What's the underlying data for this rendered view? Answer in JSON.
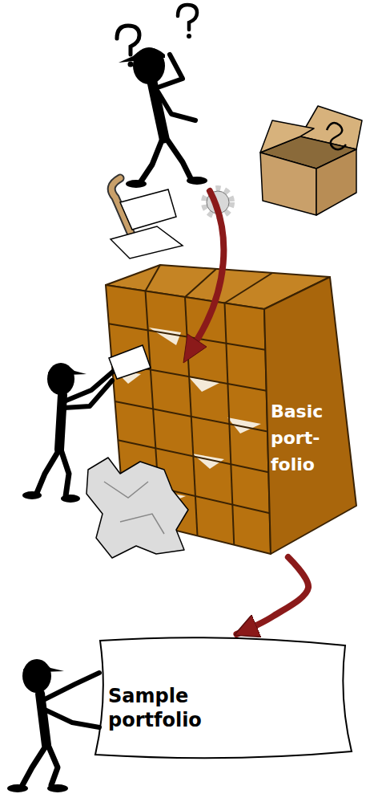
{
  "diagram": {
    "nodes": [
      {
        "text": [
          "Basic port- folio"
        ]
      },
      {
        "text": [
          "Sample portfolio"
        ]
      }
    ],
    "edges": [
      {
        "from": 0,
        "to": 1,
        "arrow": "to"
      }
    ]
  }
}
